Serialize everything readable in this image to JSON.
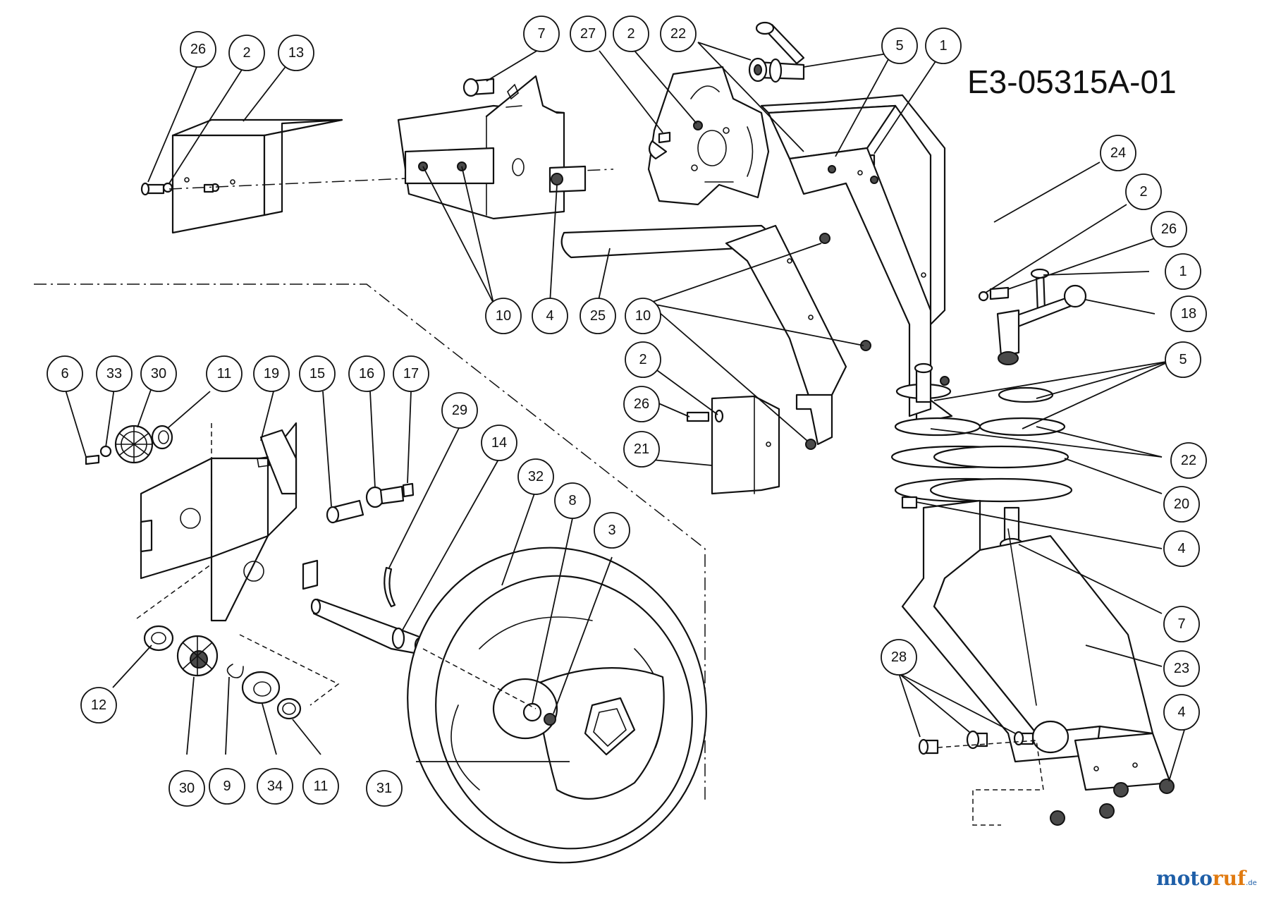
{
  "diagram_code": "E3-05315A-01",
  "watermark": {
    "part1": "moto",
    "part2": "ruf",
    "suffix": ".de"
  },
  "colors": {
    "line": "#111111",
    "background": "#ffffff",
    "watermark_blue": "#1f5fa8",
    "watermark_orange": "#e07a10"
  },
  "callouts": [
    {
      "label": "26"
    },
    {
      "label": "2"
    },
    {
      "label": "13"
    },
    {
      "label": "7"
    },
    {
      "label": "27"
    },
    {
      "label": "2"
    },
    {
      "label": "22"
    },
    {
      "label": "5"
    },
    {
      "label": "1"
    },
    {
      "label": "24"
    },
    {
      "label": "2"
    },
    {
      "label": "26"
    },
    {
      "label": "1"
    },
    {
      "label": "18"
    },
    {
      "label": "10"
    },
    {
      "label": "4"
    },
    {
      "label": "25"
    },
    {
      "label": "10"
    },
    {
      "label": "2"
    },
    {
      "label": "26"
    },
    {
      "label": "21"
    },
    {
      "label": "5"
    },
    {
      "label": "22"
    },
    {
      "label": "20"
    },
    {
      "label": "4"
    },
    {
      "label": "7"
    },
    {
      "label": "23"
    },
    {
      "label": "4"
    },
    {
      "label": "28"
    },
    {
      "label": "6"
    },
    {
      "label": "33"
    },
    {
      "label": "30"
    },
    {
      "label": "11"
    },
    {
      "label": "19"
    },
    {
      "label": "15"
    },
    {
      "label": "16"
    },
    {
      "label": "17"
    },
    {
      "label": "29"
    },
    {
      "label": "14"
    },
    {
      "label": "32"
    },
    {
      "label": "8"
    },
    {
      "label": "3"
    },
    {
      "label": "12"
    },
    {
      "label": "30"
    },
    {
      "label": "9"
    },
    {
      "label": "34"
    },
    {
      "label": "11"
    },
    {
      "label": "31"
    }
  ]
}
